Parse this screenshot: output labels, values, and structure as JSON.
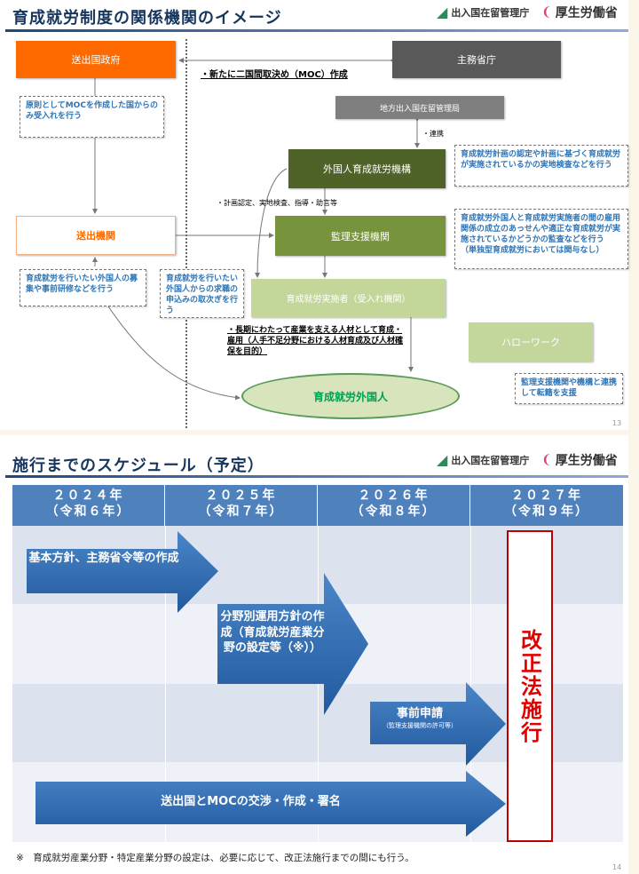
{
  "slide1": {
    "title": "育成就労制度の関係機関のイメージ",
    "logos": {
      "isa": "出入国在留管理庁",
      "isa_mark": "ISA",
      "mhlw": "厚生労働省"
    },
    "boxes": {
      "sending_gov": "送出国政府",
      "ministries": "主務省庁",
      "regional_bureau": "地方出入国在留管理局",
      "organization": "外国人育成就労機構",
      "sending_agency": "送出機関",
      "supervising": "監理支援機関",
      "implementer": "育成就労実施者（受入れ機関）",
      "hellowork": "ハローワーク",
      "workers": "育成就労外国人"
    },
    "notes": {
      "moc": "・新たに二国間取決め（MOC）作成",
      "cooperation": "・連携",
      "guidance": "・計画認定、実地検査、指導・助言等",
      "purpose": "・長期にわたって産業を支える人材として育成・雇用（人手不足分野における人材育成及び人材確保を目的）"
    },
    "callouts": {
      "moc_only": "原則としてMOCを作成した国からのみ受入れを行う",
      "organization": "育成就労計画の認定や計画に基づく育成就労が実施されているかの実地検査などを行う",
      "supervising": "育成就労外国人と育成就労実施者の間の雇用関係の成立のあっせんや適正な育成就労が実施されているかどうかの監査などを行う",
      "supervising_note": "（単独型育成就労においては関与なし）",
      "sending_agency": "育成就労を行いたい外国人の募集や事前研修などを行う",
      "job_app": "育成就労を行いたい外国人からの求職の申込みの取次ぎを行う",
      "hellowork": "監理支援機関や機構と連携して転籍を支援"
    },
    "page": "13"
  },
  "slide2": {
    "title": "施行までのスケジュール（予定）",
    "logos": {
      "isa": "出入国在留管理庁",
      "isa_mark": "ISA",
      "mhlw": "厚生労働省"
    },
    "columns": [
      {
        "year": "２０２４年",
        "era": "（令和６年）"
      },
      {
        "year": "２０２５年",
        "era": "（令和７年）"
      },
      {
        "year": "２０２６年",
        "era": "（令和８年）"
      },
      {
        "year": "２０２７年",
        "era": "（令和９年）"
      }
    ],
    "arrows": [
      {
        "label": "基本方針、主務省令等の作成"
      },
      {
        "label": "分野別運用方針の作成（育成就労産業分野の設定等（※））"
      },
      {
        "label": "事前申請",
        "sub": "（監理支援機関の許可等）"
      },
      {
        "label": "送出国とMOCの交渉・作成・署名"
      }
    ],
    "enforcement": "改正法施行",
    "footnote": "※　育成就労産業分野・特定産業分野の設定は、必要に応じて、改正法施行までの間にも行う。",
    "page": "14",
    "colors": {
      "header": "#4f81bd",
      "arrow": "#2e6db4",
      "enforcement": "#e00000"
    }
  }
}
